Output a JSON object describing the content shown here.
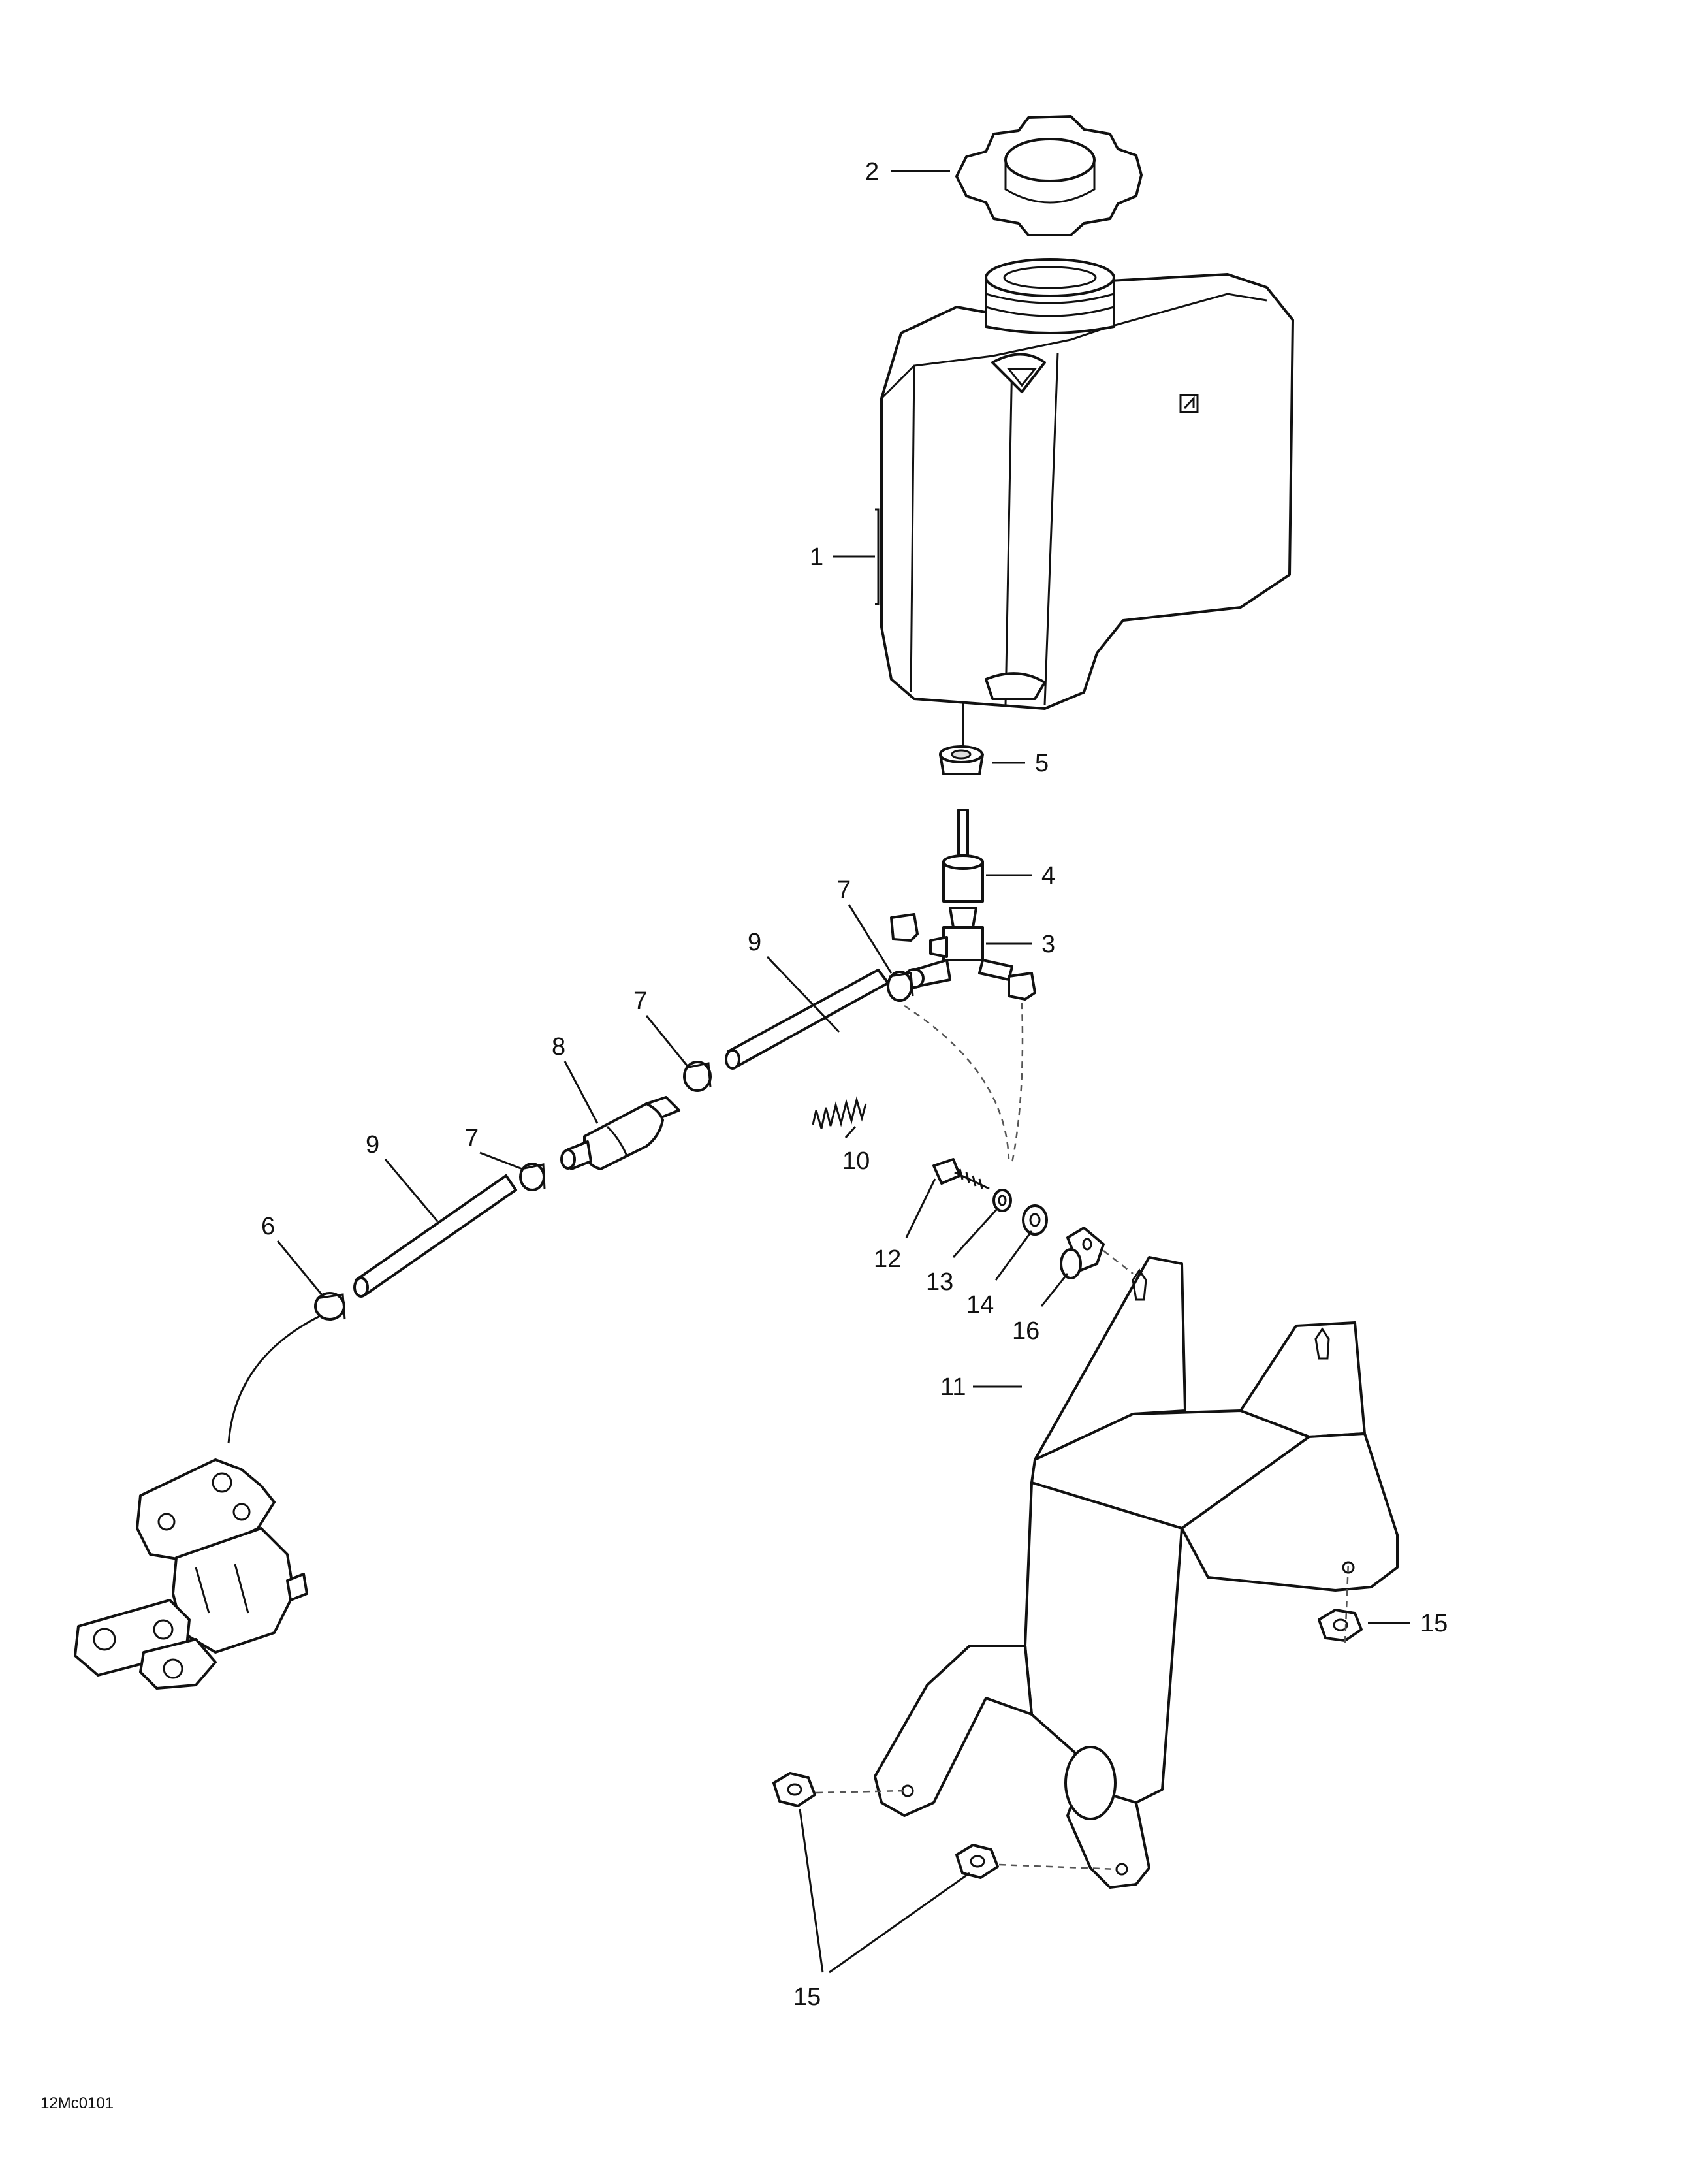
{
  "diagram": {
    "drawing_code": "12Mc0101",
    "callouts": {
      "fuel_tank": "1",
      "tank_cap": "2",
      "fuel_valve": "3",
      "valve_bushing": "4",
      "grommet": "5",
      "clamp_pump": "6",
      "clamp_valve": "7",
      "clamp_filter_out": "7",
      "clamp_filter_in": "7",
      "fuel_filter": "8",
      "hose_upper": "9",
      "hose_lower": "9",
      "spring": "10",
      "support_bracket": "11",
      "screw": "12",
      "lock_washer": "13",
      "flat_washer": "14",
      "nut_right": "15",
      "nut_lower": "15",
      "hose_clip": "16"
    }
  }
}
